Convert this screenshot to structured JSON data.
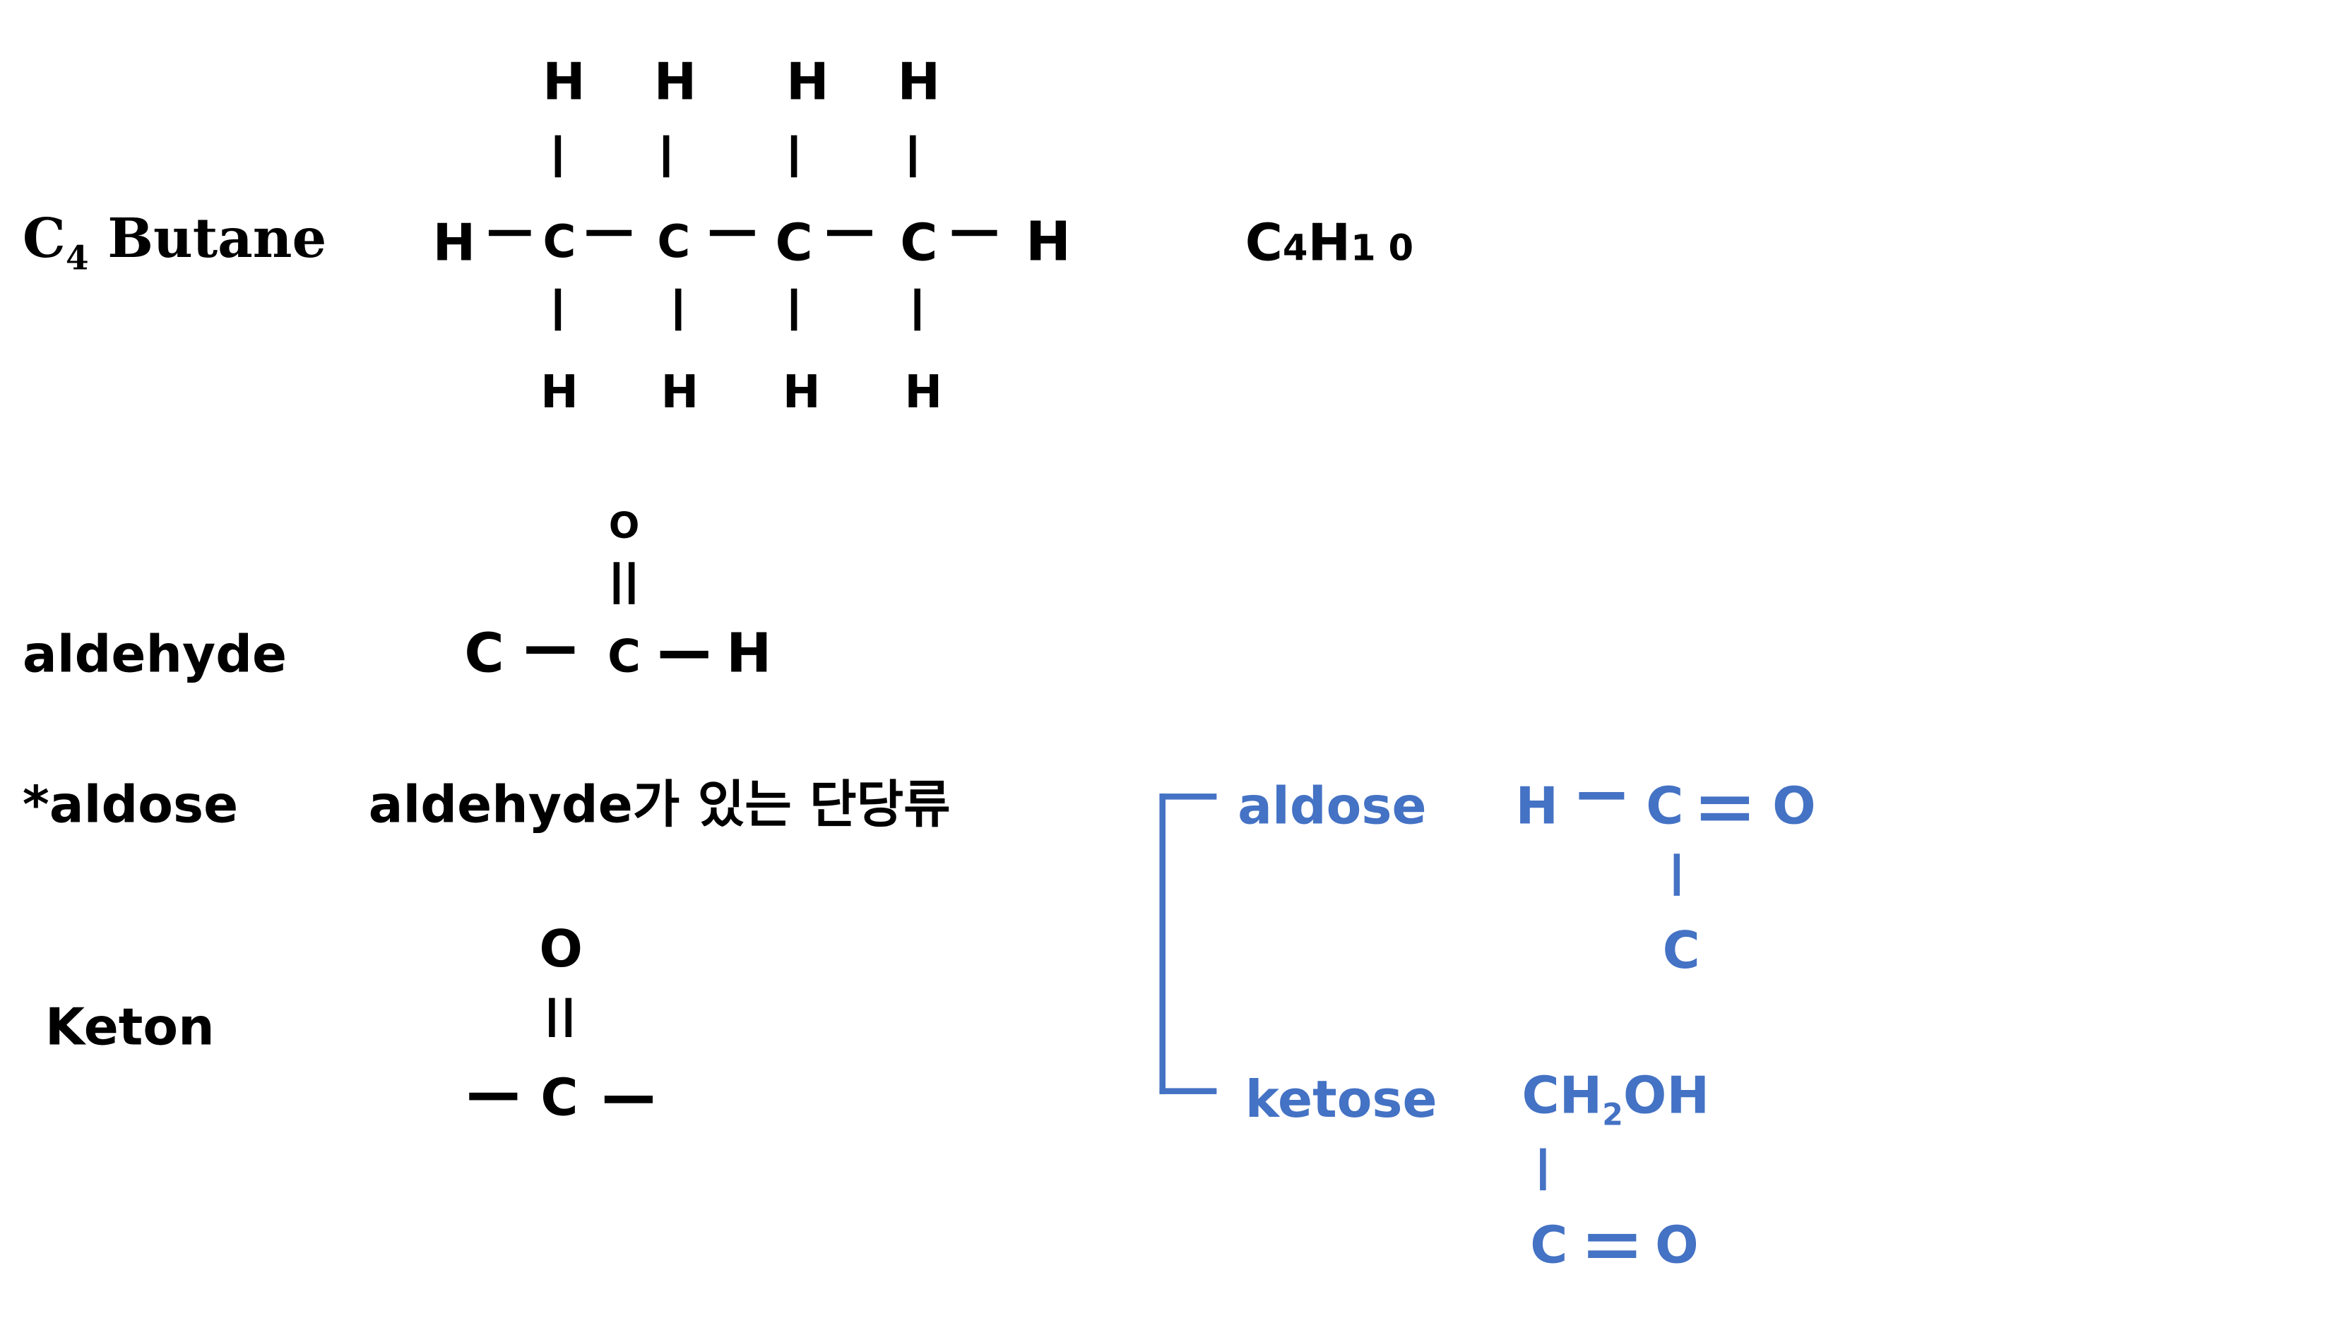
{
  "butane": {
    "label_prefix": "C",
    "label_sub": "4",
    "label_name": " Butane",
    "atoms_top": [
      "H",
      "H",
      "H",
      "H"
    ],
    "atoms_main": [
      "H",
      "C",
      "C",
      "C",
      "C",
      "H"
    ],
    "atoms_bottom": [
      "H",
      "H",
      "H",
      "H"
    ],
    "formula_c": "C",
    "formula_c_sub": "4",
    "formula_h": "H",
    "formula_h_sub": "1 0"
  },
  "aldehyde": {
    "label": "aldehyde",
    "o": "O",
    "atoms": [
      "C",
      "C",
      "H"
    ]
  },
  "aldose_note": {
    "label": "*aldose",
    "text": "aldehyde가 있는 단당류"
  },
  "keton": {
    "label": "Keton",
    "o": "O",
    "c": "C"
  },
  "classification": {
    "color": "#4472C4",
    "aldose": {
      "label": "aldose",
      "h": "H",
      "c": "C",
      "o": "O",
      "c2": "C"
    },
    "ketose": {
      "label": "ketose",
      "ch2oh_a": "CH",
      "ch2oh_sub": "2",
      "ch2oh_b": "OH",
      "c": "C",
      "o": "O"
    }
  }
}
